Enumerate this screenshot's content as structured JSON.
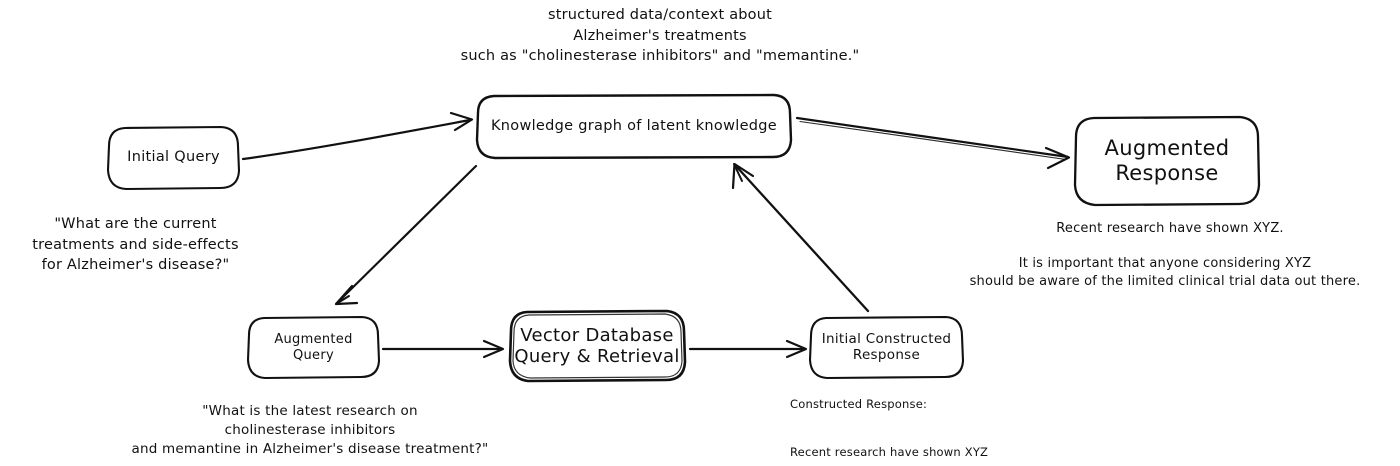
{
  "diagram": {
    "title": "Knowledge graph augmented retrieval flow",
    "background_color": "#ffffff",
    "stroke_color": "#111111",
    "nodes": [
      {
        "id": "initial-query",
        "label": "Initial Query"
      },
      {
        "id": "knowledge-graph",
        "label": "Knowledge graph of latent knowledge"
      },
      {
        "id": "augmented-response",
        "label": "Augmented\nResponse"
      },
      {
        "id": "augmented-query",
        "label": "Augmented\nQuery"
      },
      {
        "id": "vector-db",
        "label": "Vector Database\nQuery & Retrieval"
      },
      {
        "id": "initial-response",
        "label": "Initial Constructed\nResponse"
      }
    ],
    "notes": [
      {
        "id": "structured-data",
        "text": "structured data/context about\nAlzheimer's treatments\nsuch as \"cholinesterase inhibitors\" and \"memantine.\""
      },
      {
        "id": "initial-question",
        "text": "\"What are the current\ntreatments and side-effects\nfor Alzheimer's disease?\""
      },
      {
        "id": "augmented-question",
        "text": "\"What is the latest research on\ncholinesterase inhibitors\nand memantine in Alzheimer's disease treatment?\""
      },
      {
        "id": "constructed-response",
        "text": "Constructed Response:\n\nRecent research have shown XYZ"
      },
      {
        "id": "augmented-answer-1",
        "text": "Recent research have shown XYZ."
      },
      {
        "id": "augmented-answer-2",
        "text": "It is important that anyone considering XYZ\nshould be aware of the limited clinical trial data out there."
      }
    ],
    "edges": [
      {
        "id": "initial-query-to-knowledge-graph",
        "from": "initial-query",
        "to": "knowledge-graph",
        "style": "single"
      },
      {
        "id": "knowledge-graph-to-augmented-response",
        "from": "knowledge-graph",
        "to": "augmented-response",
        "style": "double"
      },
      {
        "id": "knowledge-graph-to-augmented-query",
        "from": "knowledge-graph",
        "to": "augmented-query",
        "style": "single"
      },
      {
        "id": "augmented-query-to-vector-db",
        "from": "augmented-query",
        "to": "vector-db",
        "style": "single"
      },
      {
        "id": "vector-db-to-initial-response",
        "from": "vector-db",
        "to": "initial-response",
        "style": "single"
      },
      {
        "id": "initial-response-to-knowledge-graph",
        "from": "initial-response",
        "to": "knowledge-graph",
        "style": "single"
      }
    ]
  }
}
